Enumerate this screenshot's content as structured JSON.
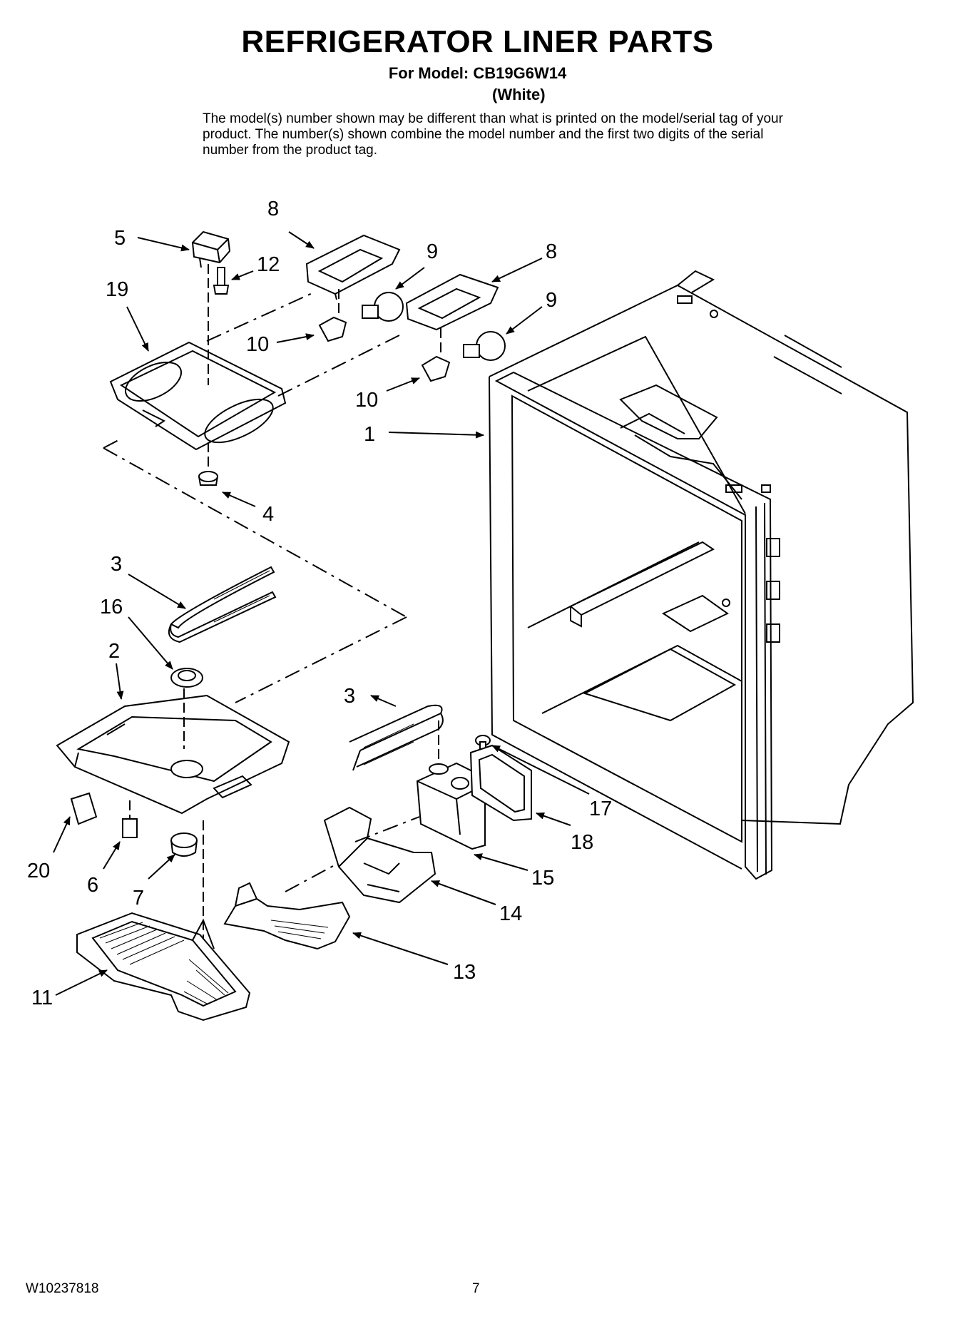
{
  "header": {
    "title": "REFRIGERATOR LINER PARTS",
    "model_line": "For Model: CB19G6W14",
    "color": "(White)",
    "note": "The model(s) number shown may be different than what is printed on the model/serial tag of your product. The number(s) shown combine the model number and the first two digits of the serial number from the product tag."
  },
  "callouts": [
    {
      "id": "c5",
      "label": "5"
    },
    {
      "id": "c8a",
      "label": "8"
    },
    {
      "id": "c12",
      "label": "12"
    },
    {
      "id": "c9a",
      "label": "9"
    },
    {
      "id": "c8b",
      "label": "8"
    },
    {
      "id": "c19",
      "label": "19"
    },
    {
      "id": "c9b",
      "label": "9"
    },
    {
      "id": "c10a",
      "label": "10"
    },
    {
      "id": "c10b",
      "label": "10"
    },
    {
      "id": "c1",
      "label": "1"
    },
    {
      "id": "c4",
      "label": "4"
    },
    {
      "id": "c3a",
      "label": "3"
    },
    {
      "id": "c16",
      "label": "16"
    },
    {
      "id": "c2",
      "label": "2"
    },
    {
      "id": "c3b",
      "label": "3"
    },
    {
      "id": "c17",
      "label": "17"
    },
    {
      "id": "c18",
      "label": "18"
    },
    {
      "id": "c15",
      "label": "15"
    },
    {
      "id": "c20",
      "label": "20"
    },
    {
      "id": "c6",
      "label": "6"
    },
    {
      "id": "c7",
      "label": "7"
    },
    {
      "id": "c14",
      "label": "14"
    },
    {
      "id": "c13",
      "label": "13"
    },
    {
      "id": "c11",
      "label": "11"
    }
  ],
  "footer": {
    "doc_number": "W10237818",
    "page_number": "7"
  }
}
